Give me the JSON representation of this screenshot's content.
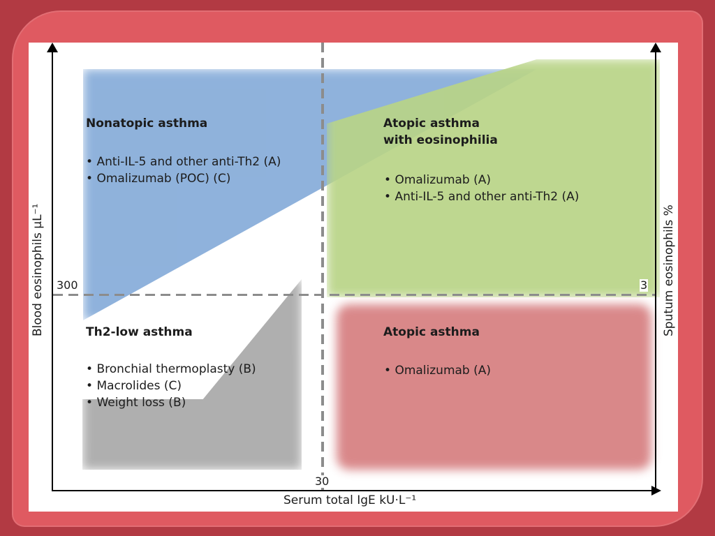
{
  "quadrants": {
    "nonatopic": {
      "title": "Nonatopic asthma",
      "items": [
        "Anti-IL-5 and other anti-Th2 (A)",
        "Omalizumab (POC) (C)"
      ]
    },
    "atopic_eosinophilia": {
      "title_line_1": "Atopic asthma",
      "title_line_2": "with eosinophilia",
      "items": [
        "Omalizumab (A)",
        "Anti-IL-5 and other anti-Th2 (A)"
      ]
    },
    "th2_low": {
      "title": "Th2-low asthma",
      "items": [
        "Bronchial thermoplasty (B)",
        "Macrolides (C)",
        "Weight loss (B)"
      ]
    },
    "atopic": {
      "title": "Atopic asthma",
      "items": [
        "Omalizumab (A)"
      ]
    }
  },
  "axes": {
    "x_label": "Serum total IgE kU·L⁻¹",
    "y_left_label": "Blood eosinophils μL⁻¹",
    "y_right_label": "Sputum eosinophils %",
    "x_threshold": "30",
    "y_left_threshold": "300",
    "y_right_threshold": "3"
  },
  "colors": {
    "nonatopic": "#86acd9",
    "atopic_eosinophilia": "#b9d487",
    "th2_low": "#a9a9a9",
    "atopic": "#d67e80",
    "frame": "#b23a43"
  }
}
